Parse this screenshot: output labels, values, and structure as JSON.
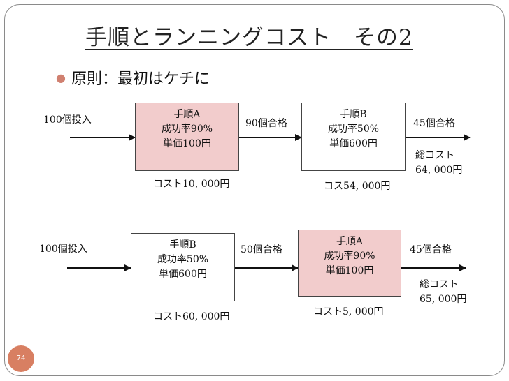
{
  "slide": {
    "title": "手順とランニングコスト　その2",
    "bullet": "原則：最初はケチに",
    "page_number": "74"
  },
  "flow1": {
    "input_label": "100個投入",
    "box_a": {
      "name": "手順A",
      "success": "成功率90%",
      "price": "単価100円"
    },
    "mid_label": "90個合格",
    "box_b": {
      "name": "手順B",
      "success": "成功率50%",
      "price": "単価600円"
    },
    "out_label": "45個合格",
    "total_cost_label": "総コスト",
    "total_cost_value": "64, 000円",
    "cost_a": "コスト10, 000円",
    "cost_b": "コス54, 000円"
  },
  "flow2": {
    "input_label": "100個投入",
    "box_b": {
      "name": "手順B",
      "success": "成功率50%",
      "price": "単価600円"
    },
    "mid_label": "50個合格",
    "box_a": {
      "name": "手順A",
      "success": "成功率90%",
      "price": "単価100円"
    },
    "out_label": "45個合格",
    "total_cost_label": "総コスト",
    "total_cost_value": "65, 000円",
    "cost_b": "コスト60, 000円",
    "cost_a": "コスト5, 000円"
  },
  "colors": {
    "pink_box": "#f2cccc",
    "accent": "#d87f62"
  }
}
